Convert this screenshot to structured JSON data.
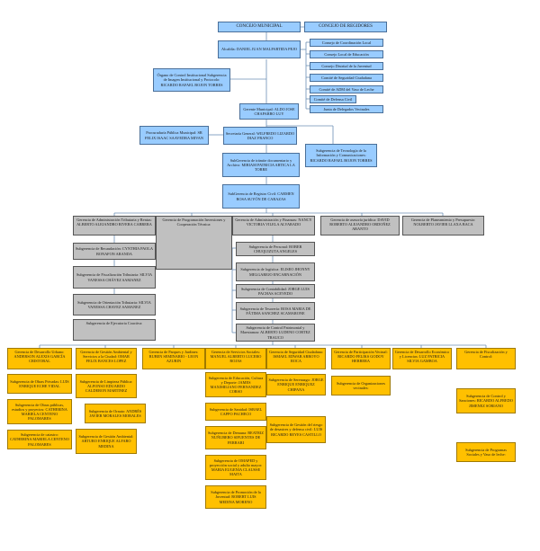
{
  "top": {
    "concejo_municipal": "CONCEJO MUNICIPAL",
    "concejo_regidores": "CONCEJO DE REGIDORES",
    "alcaldia": "Alcaldía: DANIEL JUAN MALPARTIDA PEJO"
  },
  "councils": [
    "Consejo de Coordinación Local",
    "Consejo Local de Educación",
    "Consejo Distrital de la Juventud",
    "Comité de Seguridad Ciudadana",
    "Comité de ADM del Vaso de Leche",
    "Comité de Defensa Civil",
    "Junta de Delegados Vecinales"
  ],
  "control": "Órgano de Control Institucional Subgerencia de Imagen Institucional y Protocolo: RICARDO RAFAEL BOJON TORRES",
  "gerencia_municipal": "Gerente Municipal: ALDO JOSE CHAPARRO LUY",
  "procuraduria": "Procuraduría Pública Municipal: SR FELIX ISAAC SAAVEDRA MIVAN",
  "secretaria": "Secretaría General: WILFREDO LIZARDO DIAZ FRANCO",
  "tecnologia": "Subgerencia de Tecnología de la Información y Comunicaciones: RICARDO RAFAEL BOJON TORRES",
  "tramite": "SubGerencia de trámite documentario y Archivo: MIRIAM PATRICIA ARTICA LA TORRE",
  "registro": "SubGerencia de Registro Civil: CARMEN ROSA SUYÓN DE CARAZAS",
  "grey_gerencias": [
    "Gerencia de Administración Tributaria y Rentas: ALBERTO ALEJANDRO RIVERA CABRERA",
    "Gerencia de Programación Inversiones y Cooperación Técnica:",
    "Gerencia de Administración y Finanzas: NANCY VICTORIA VILELA ALVARADO",
    "Gerencia de asesoría jurídica: DAVID ROBERTO ALEJANDRO ORDOÑEZ ARANTO",
    "Gerencia de Planeamiento y Presupuesto: NOLBERTO JAVIER LLAXA BACA"
  ],
  "tributaria_subs": [
    "Subgerencia de Recaudación: CYNTHIA PAOLA BONAFON ARANDA",
    "Subgerencia de Fiscalización Tributaria: SILVIA VANESSA CHÁVEZ SAMANEZ",
    "Subgerencia de Orientación Tributaria: SILVIA VANESSA CHAVEZ SAMANEZ",
    "Subgerencia de Ejecutoria Coactiva:"
  ],
  "finanzas_subs": [
    "Subgerencia de Personal: ROBER CHUQUIZUTA ANGELES",
    "Subgerencia de logística: ELISEO JHONNY MELGAREJO ENCARNACIÓN",
    "Subgerencia de Contabilidad: JORGE LUIS PACHAS ACEVEDO",
    "Subgerencia de Tesorería: ROSA MARIA DE FÁTIMA SANCHEZ SCAMARONE",
    "Subgerencia de Control Patrimonial y Maestranza: ALBERTO LUDENO CORTEZ TRAUCO"
  ],
  "orange_gerencias": [
    "Gerencia de Desarrollo Urbano: ANDERSON ALEXIS GARCÍA CRISTOBAL",
    "Gerencia de Gestión Ambiental y Servicios a la Ciudad: OMAR FELIX BANCES LOPEZ",
    "Gerencia de Parques y Jardines: RUBEN SEMINARIO - LEON AZURIN",
    "Gerencia de Servicios Sociales: MANUEL ALBERTO LUCERO ROJAS",
    "Gerencia de Seguridad Ciudadana: ISMAEL EDWAR ARROYO ROCA",
    "Gerencia de Participación Vecinal: RICARDO FELIKS GODOY HERRERA",
    "Gerencia de Desarrollo Económico y Licencias: LUZ PATRICIA SILVIA GAMBOA",
    "Gerencia de Fiscalización y Control:"
  ],
  "urbano_subs": [
    "Subgerencia de Obras Privadas: LUIS ENRIQUE ECHE VIDAL",
    "Subgerencia de Obras públicas, estudios y proyectos: CATHERINA MARIELA CENTENO PALOMARES",
    "Subgerencia de catastro: CATHERINA MARIELA CENTENO PALOMARES"
  ],
  "ambiental_subs": [
    "Subgerencia de Limpieza Pública: ALFONSO EDUARDO CALDERON MARTINEZ",
    "Subgerencia de Ornato: ANDRÉS JAVIER MORALES MORALES",
    "Subgerencia de Gestión Ambiental: ARTURO ENRIQUE ALFARO MEDINA"
  ],
  "sociales_subs": [
    "Subgerencia de Educación, Cultura y Deporte: JAMES MAXIMILIANO FERNANDEZ CORSO",
    "Subgerencia de Sanidad: ISRAEL CAPPO PACHECO",
    "Subgerencia de Demuna: BEATRIZ NUÑUBERO SIFUENTES DE FERRARI",
    "Subgerencia de OMAPED y proyección social y adulto mayor: MARIA EUGENIA CLAUSSE MAITA",
    "Subgerencia de Promoción de la Juventud: ROBERT LUIS MEDINA MORENO"
  ],
  "seguridad_subs": [
    "Subgerencia de Serenazgo: JORGE ENRIQUE ENRIQUEZ CHIPANA",
    "Subgerencia de Gestión del riesgo de desastres y defensa civil: LUIS RICARDO REYES CASTILLO"
  ],
  "vecinal_subs": [
    "Subgerencia de Organizaciones vecinales:"
  ],
  "fiscalizacion_subs": [
    "Subgerencia de Control y Sanciones: RICARDO ALFREDO JIMENEZ SORIANO",
    "Subgerencia de Programas Sociales y Vaso de leche:"
  ],
  "colors": {
    "blue": "#99ccff",
    "grey": "#c0c0c0",
    "orange": "#ffc000",
    "line": "#6b8fb5"
  }
}
